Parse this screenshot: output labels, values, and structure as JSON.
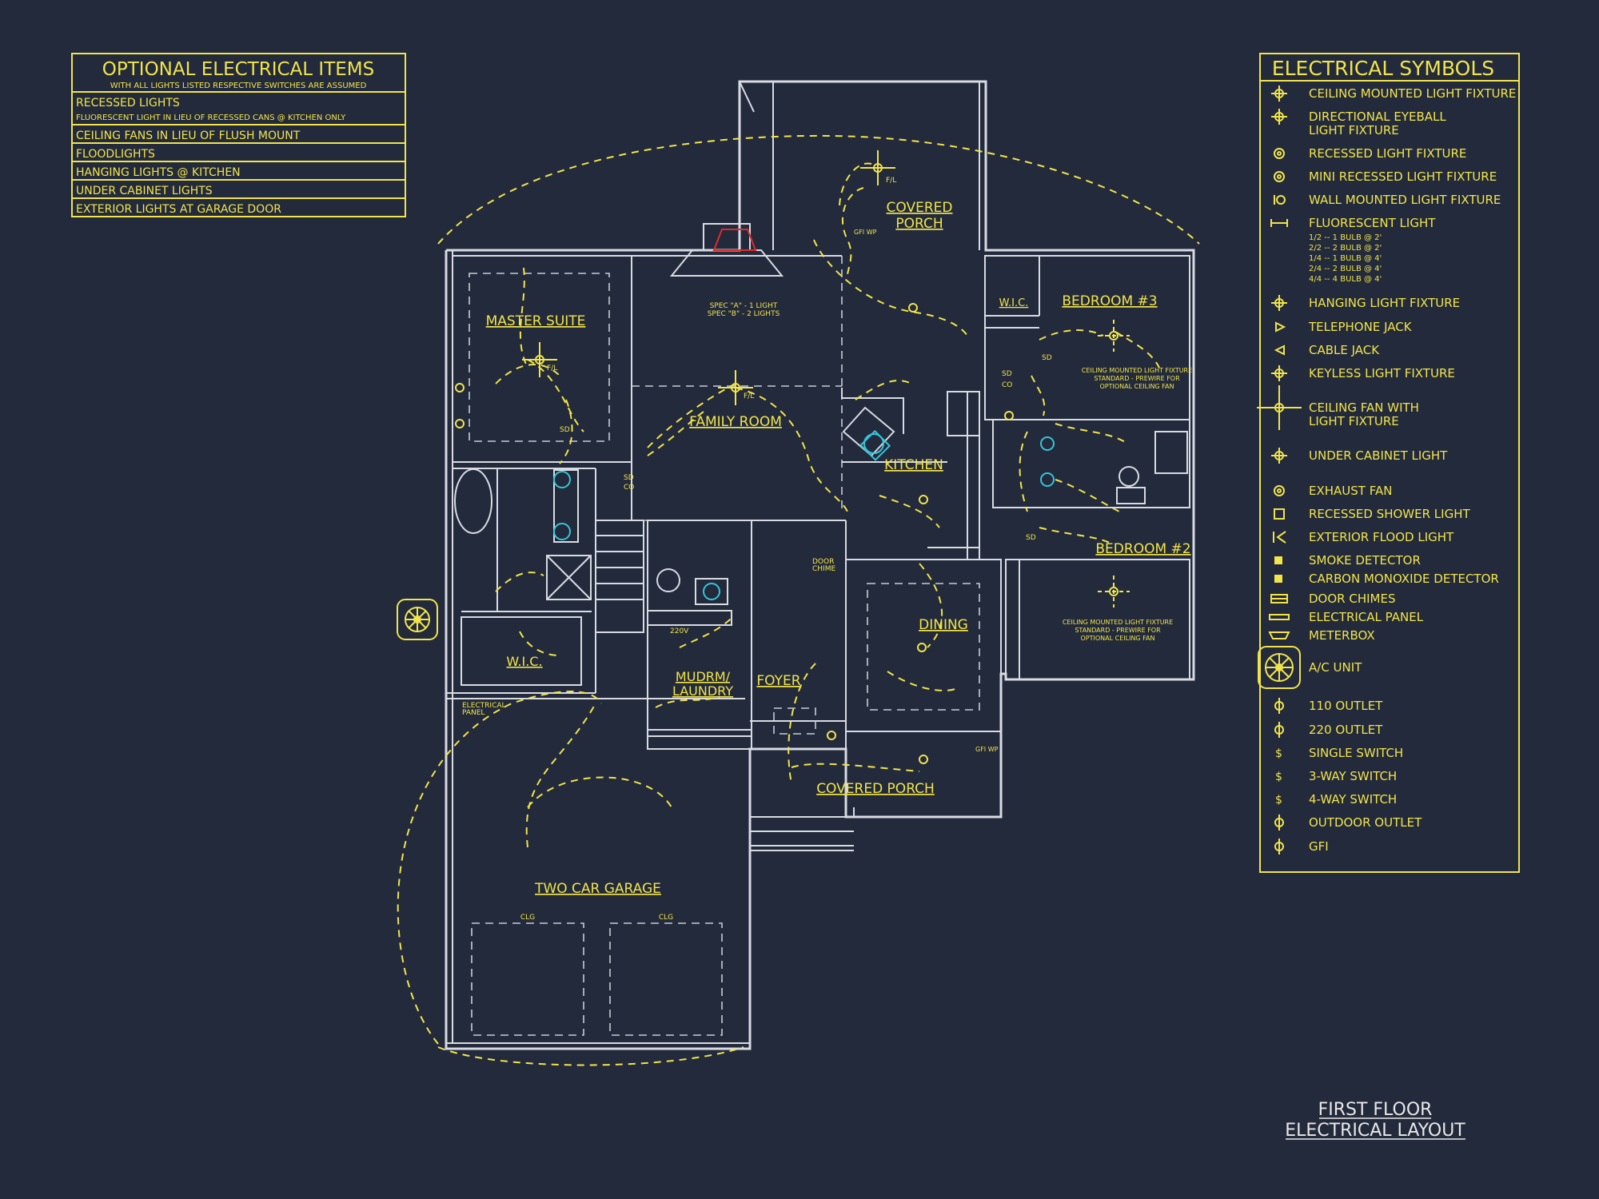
{
  "optional_items": {
    "title": "OPTIONAL ELECTRICAL ITEMS",
    "subtitle": "WITH ALL LIGHTS LISTED RESPECTIVE SWITCHES ARE ASSUMED",
    "rows": [
      {
        "label": "RECESSED LIGHTS",
        "note": "FLUORESCENT LIGHT IN LIEU OF RECESSED CANS @ KITCHEN ONLY"
      },
      {
        "label": "CEILING FANS IN LIEU OF FLUSH MOUNT"
      },
      {
        "label": "FLOODLIGHTS"
      },
      {
        "label": "HANGING LIGHTS @ KITCHEN"
      },
      {
        "label": "UNDER CABINET LIGHTS"
      },
      {
        "label": "EXTERIOR LIGHTS AT GARAGE DOOR"
      }
    ]
  },
  "symbols": {
    "title": "ELECTRICAL SYMBOLS",
    "items": [
      {
        "icon": "ceiling-light-icon",
        "label": "CEILING MOUNTED LIGHT FIXTURE"
      },
      {
        "icon": "eyeball-light-icon",
        "label": "DIRECTIONAL EYEBALL",
        "label2": "LIGHT FIXTURE"
      },
      {
        "icon": "recessed-light-icon",
        "label": "RECESSED LIGHT FIXTURE"
      },
      {
        "icon": "mini-recessed-light-icon",
        "label": "MINI RECESSED LIGHT FIXTURE"
      },
      {
        "icon": "wall-light-icon",
        "label": "WALL MOUNTED LIGHT FIXTURE"
      },
      {
        "icon": "fluorescent-light-icon",
        "label": "FLUORESCENT LIGHT",
        "notes": [
          "1/2 -- 1 BULB @ 2'",
          "2/2 -- 2 BULB @ 2'",
          "1/4 -- 1 BULB @ 4'",
          "2/4 -- 2 BULB @ 4'",
          "4/4 -- 4 BULB @ 4'"
        ]
      },
      {
        "icon": "hanging-light-icon",
        "label": "HANGING LIGHT FIXTURE"
      },
      {
        "icon": "telephone-jack-icon",
        "label": "TELEPHONE JACK"
      },
      {
        "icon": "cable-jack-icon",
        "label": "CABLE JACK"
      },
      {
        "icon": "keyless-light-icon",
        "label": "KEYLESS LIGHT FIXTURE"
      },
      {
        "icon": "ceiling-fan-icon",
        "label": "CEILING FAN WITH",
        "label2": "LIGHT FIXTURE"
      },
      {
        "icon": "under-cabinet-light-icon",
        "label": "UNDER CABINET LIGHT"
      },
      {
        "icon": "exhaust-fan-icon",
        "label": "EXHAUST FAN"
      },
      {
        "icon": "shower-light-icon",
        "label": "RECESSED SHOWER LIGHT"
      },
      {
        "icon": "flood-light-icon",
        "label": "EXTERIOR FLOOD LIGHT"
      },
      {
        "icon": "smoke-detector-icon",
        "label": "SMOKE DETECTOR"
      },
      {
        "icon": "co-detector-icon",
        "label": "CARBON MONOXIDE DETECTOR"
      },
      {
        "icon": "door-chimes-icon",
        "label": "DOOR CHIMES"
      },
      {
        "icon": "electrical-panel-icon",
        "label": "ELECTRICAL PANEL"
      },
      {
        "icon": "meterbox-icon",
        "label": "METERBOX"
      },
      {
        "icon": "ac-unit-icon",
        "label": "A/C UNIT"
      },
      {
        "icon": "outlet-110-icon",
        "label": "110 OUTLET"
      },
      {
        "icon": "outlet-220-icon",
        "label": "220 OUTLET"
      },
      {
        "icon": "single-switch-icon",
        "label": "SINGLE SWITCH"
      },
      {
        "icon": "three-way-switch-icon",
        "label": "3-WAY SWITCH"
      },
      {
        "icon": "four-way-switch-icon",
        "label": "4-WAY SWITCH"
      },
      {
        "icon": "outdoor-outlet-icon",
        "label": "OUTDOOR OUTLET"
      },
      {
        "icon": "gfi-icon",
        "label": "GFI"
      }
    ]
  },
  "rooms": {
    "master_suite": "MASTER SUITE",
    "family_room": "FAMILY ROOM",
    "covered_porch_rear_1": "COVERED",
    "covered_porch_rear_2": "PORCH",
    "kitchen": "KITCHEN",
    "bedroom3": "BEDROOM #3",
    "bedroom2": "BEDROOM #2",
    "dining": "DINING",
    "foyer": "FOYER",
    "mudrm_1": "MUDRM/",
    "mudrm_2": "LAUNDRY",
    "wic_master": "W.I.C.",
    "wic_bed3": "W.I.C.",
    "covered_porch_front": "COVERED PORCH",
    "garage": "TWO CAR GARAGE"
  },
  "annotations": {
    "spec_a": "SPEC \"A\" - 1 LIGHT",
    "spec_b": "SPEC \"B\" - 2 LIGHTS",
    "fan_note_bed3": [
      "CEILING MOUNTED LIGHT FIXTURE",
      "STANDARD - PREWIRE FOR",
      "OPTIONAL CEILING FAN"
    ],
    "fan_note_bed2": [
      "CEILING MOUNTED LIGHT FIXTURE",
      "STANDARD - PREWIRE FOR",
      "OPTIONAL CEILING FAN"
    ],
    "electrical_panel": [
      "ELECTRICAL",
      "PANEL"
    ],
    "door_chime": [
      "DOOR",
      "CHIME"
    ],
    "fl": "F/L",
    "gfi_wp": "GFI WP",
    "clg": "CLG",
    "v220": "220V",
    "sd": "SD",
    "co": "CO"
  },
  "drawing_title": {
    "line1": "FIRST FLOOR",
    "line2": "ELECTRICAL LAYOUT"
  },
  "colors": {
    "background": "#222a3c",
    "annotation": "#f2e44a",
    "walls": "#d8dbe2",
    "fixtures": "#35c6d8",
    "range_hood": "#e02b2b"
  }
}
